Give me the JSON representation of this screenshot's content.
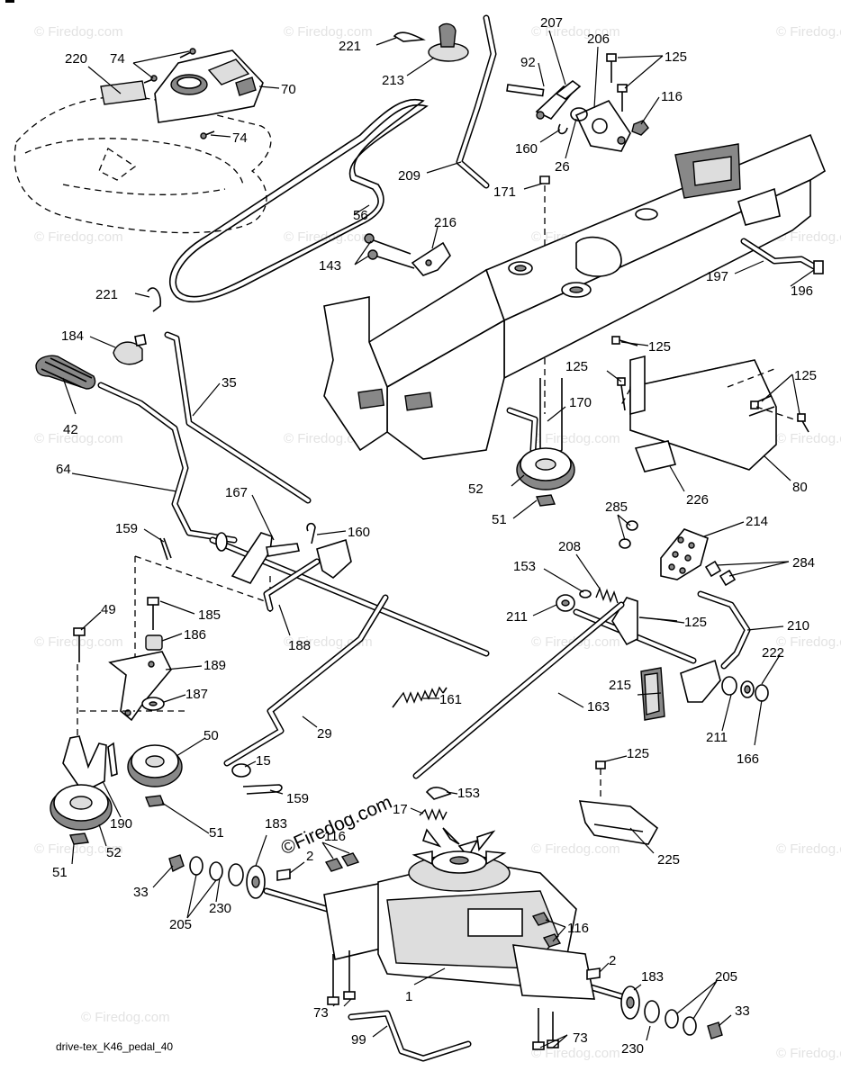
{
  "footer_code": "drive-tex_K46_pedal_40",
  "watermark_text": "© Firedog.com",
  "watermark_center": "©Firedog.com",
  "callouts": [
    "220",
    "74",
    "70",
    "74",
    "221",
    "213",
    "207",
    "92",
    "206",
    "125",
    "116",
    "160",
    "26",
    "209",
    "171",
    "56",
    "216",
    "143",
    "197",
    "196",
    "221",
    "184",
    "42",
    "35",
    "125",
    "125",
    "125",
    "170",
    "80",
    "226",
    "64",
    "167",
    "160",
    "52",
    "51",
    "159",
    "285",
    "214",
    "153",
    "208",
    "284",
    "49",
    "185",
    "186",
    "189",
    "211",
    "125",
    "210",
    "222",
    "188",
    "161",
    "187",
    "29",
    "163",
    "215",
    "211",
    "166",
    "50",
    "15",
    "125",
    "159",
    "153",
    "17",
    "190",
    "52",
    "51",
    "183",
    "116",
    "2",
    "225",
    "51",
    "33",
    "205",
    "230",
    "116",
    "2",
    "183",
    "205",
    "33",
    "73",
    "1",
    "99",
    "230",
    "73"
  ]
}
